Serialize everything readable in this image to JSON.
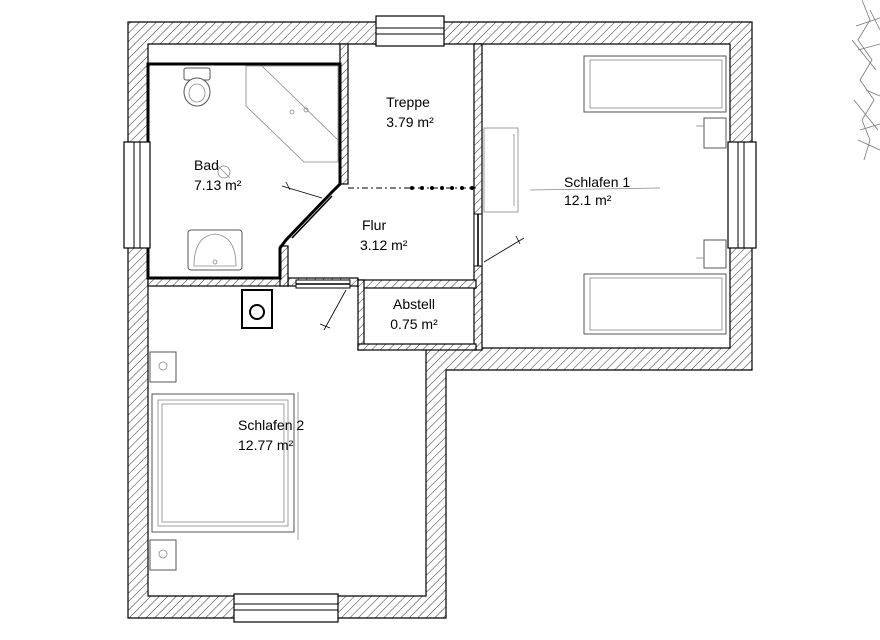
{
  "rooms": {
    "bad": {
      "name": "Bad",
      "area": "7.13 m²"
    },
    "treppe": {
      "name": "Treppe",
      "area": "3.79 m²"
    },
    "flur": {
      "name": "Flur",
      "area": "3.12 m²"
    },
    "schlafen1": {
      "name": "Schlafen 1",
      "area": "12.1 m²"
    },
    "abstell": {
      "name": "Abstell",
      "area": "0.75 m²"
    },
    "schlafen2": {
      "name": "Schlafen 2",
      "area": "12.77 m²"
    }
  },
  "colors": {
    "line": "#000000",
    "furniture": "#555555",
    "background": "#ffffff"
  }
}
